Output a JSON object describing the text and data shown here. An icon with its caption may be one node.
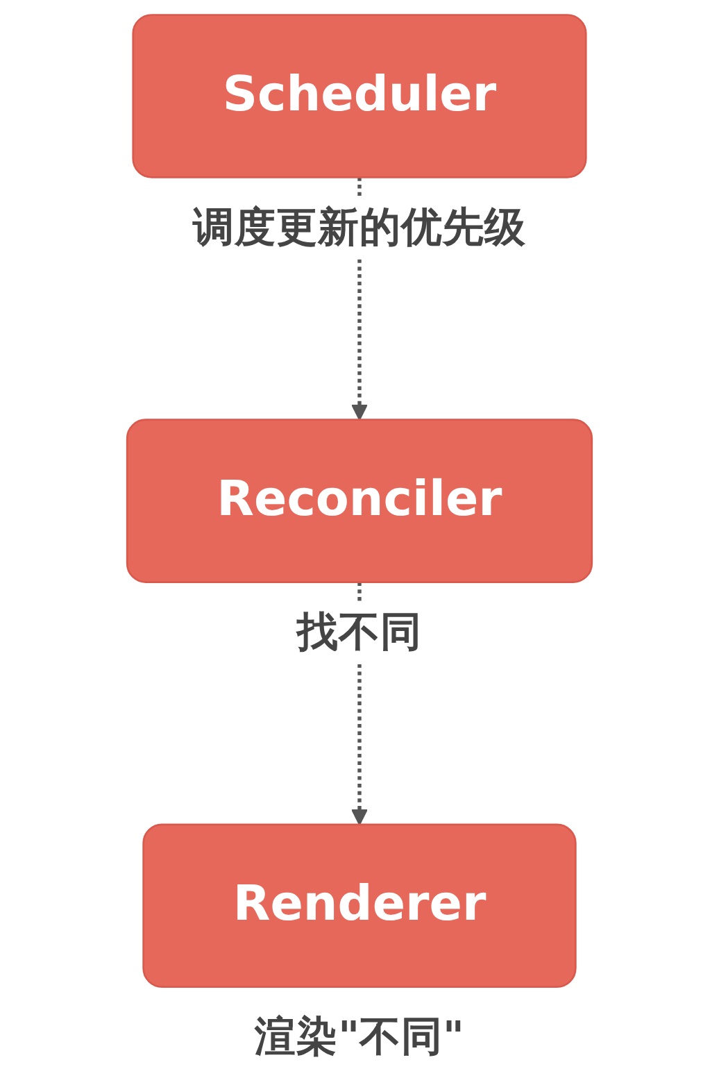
{
  "diagram": {
    "nodes": [
      {
        "text": [
          "Scheduler"
        ],
        "beside": [
          "调度更新的优先级"
        ]
      },
      {
        "text": [
          "Reconciler"
        ],
        "beside": [
          "找不同"
        ]
      },
      {
        "text": [
          "Renderer"
        ],
        "beside": [
          "渲染\"不同\""
        ]
      }
    ],
    "edges": [
      {
        "from": 0,
        "to": 1,
        "arrow": "to",
        "style": "dashed"
      },
      {
        "from": 1,
        "to": 2,
        "arrow": "to",
        "style": "dashed"
      }
    ]
  }
}
